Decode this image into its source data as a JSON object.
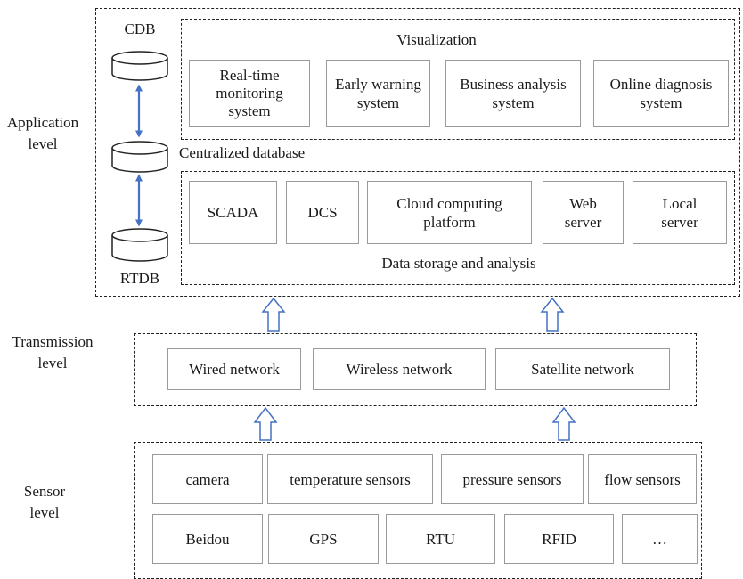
{
  "levels": {
    "application": "Application\nlevel",
    "transmission": "Transmission\nlevel",
    "sensor": "Sensor\nlevel"
  },
  "databases": {
    "top": "CDB",
    "bottom": "RTDB"
  },
  "visualization": {
    "title": "Visualization",
    "items": [
      "Real-\ntime\nmonitoring\nsystem",
      "Early warning\nsystem",
      "Business analysis\nsystem",
      "Online diagnosis\nsystem"
    ]
  },
  "centralized_db_label": "Centralized database",
  "storage": {
    "items": [
      "SCADA",
      "DCS",
      "Cloud computing\nplatform",
      "Web\nserver",
      "Local\nserver"
    ],
    "title": "Data storage and analysis"
  },
  "networks": [
    "Wired network",
    "Wireless network",
    "Satellite network"
  ],
  "sensors_row1": [
    "camera",
    "temperature sensors",
    "pressure sensors",
    "flow sensors"
  ],
  "sensors_row2": [
    "Beidou",
    "GPS",
    "RTU",
    "RFID",
    "…"
  ],
  "colors": {
    "arrow": "#4472c4",
    "border": "#222222",
    "box_border": "#9a9a9a"
  }
}
